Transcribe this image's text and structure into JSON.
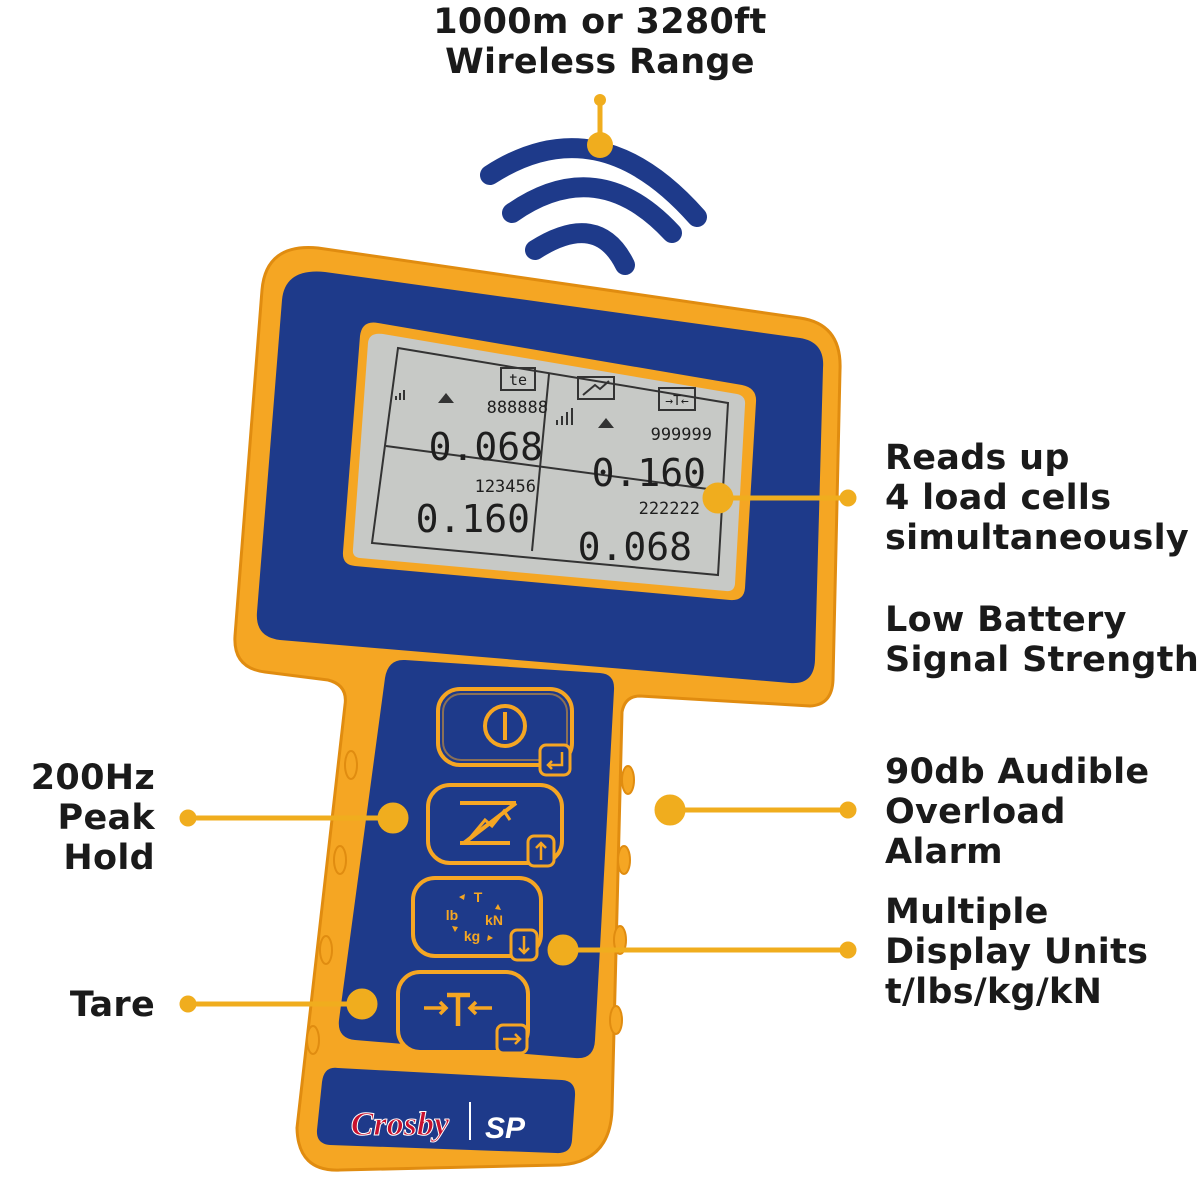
{
  "callouts": {
    "wireless": [
      "1000m or 3280ft",
      "Wireless Range"
    ],
    "reads": [
      "Reads up",
      "4 load cells",
      "simultaneously"
    ],
    "battery": [
      "Low Battery",
      "Signal Strength"
    ],
    "audible": [
      "90db Audible",
      "Overload",
      "Alarm"
    ],
    "units": [
      "Multiple",
      "Display Units",
      "t/lbs/kg/kN"
    ],
    "peak": [
      "200Hz",
      "Peak",
      "Hold"
    ],
    "tare": [
      "Tare"
    ]
  },
  "display": {
    "top_tabs": {
      "units": "te"
    },
    "cells": [
      {
        "id": "888888",
        "value": "0.068"
      },
      {
        "id": "999999",
        "value": "0.160"
      },
      {
        "id": "123456",
        "value": "0.160"
      },
      {
        "id": "222222",
        "value": "0.068"
      }
    ]
  },
  "keypad": {
    "unit_labels": {
      "t": "T",
      "lb": "lb",
      "kn": "kN",
      "kg": "kg"
    }
  },
  "branding": {
    "brand": "Crosby",
    "sub_brand": "SP"
  },
  "colors": {
    "housing": "#f5a623",
    "panel": "#1e3a8a",
    "lcd": "#c7c9c6",
    "leader": "#f0ad1e",
    "brand_red": "#c8102e"
  },
  "icons": [
    "wifi-signal-icon",
    "power-icon",
    "peak-hold-icon",
    "units-icon",
    "tare-icon",
    "enter-icon",
    "up-arrow-icon",
    "down-arrow-icon",
    "right-arrow-icon"
  ]
}
